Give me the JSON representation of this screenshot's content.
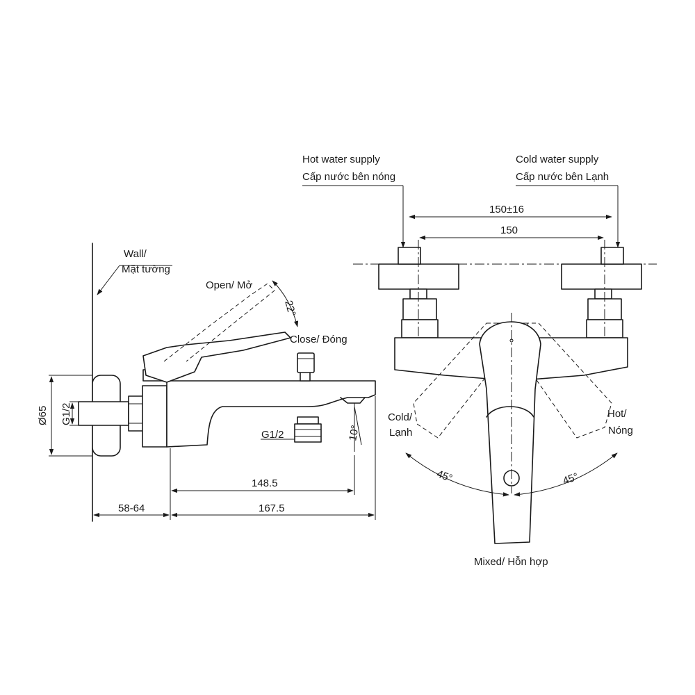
{
  "side_view": {
    "wall_label_1": "Wall/",
    "wall_label_2": "Mặt tường",
    "open_label": "Open/ Mở",
    "close_label": "Close/ Đóng",
    "handle_angle": "22°",
    "spout_angle": "10°",
    "flange_diameter": "Ø65",
    "inlet_thread": "G1/2",
    "outlet_thread": "G1/2",
    "dim_wall_offset": "58-64",
    "dim_body_length": "167.5",
    "dim_spout_reach": "148.5"
  },
  "front_view": {
    "hot_supply_en": "Hot water supply",
    "hot_supply_vi": "Cấp nước bên nóng",
    "cold_supply_en": "Cold water supply",
    "cold_supply_vi": "Cấp nước bên Lạnh",
    "dim_centers_tolerance": "150±16",
    "dim_centers": "150",
    "cold_label_1": "Cold/",
    "cold_label_2": "Lạnh",
    "hot_label_1": "Hot/",
    "hot_label_2": "Nóng",
    "angle_left": "45°",
    "angle_right": "45°",
    "mixed_label": "Mixed/ Hỗn hợp"
  }
}
